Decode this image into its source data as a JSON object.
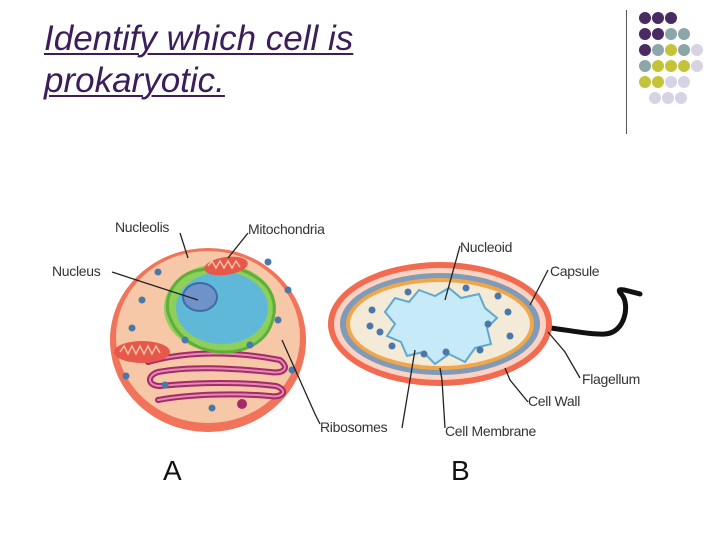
{
  "title": {
    "line1": "Identify which cell is",
    "line2": "prokaryotic."
  },
  "decoration": {
    "dot_colors": {
      "purple": "#4a2a63",
      "teal": "#8da6a9",
      "olive": "#c4c43a",
      "lavender": "#d6d3e4"
    }
  },
  "diagram": {
    "labels": {
      "nucleolis": "Nucleolis",
      "mitochondria": "Mitochondria",
      "nucleus": "Nucleus",
      "nucleoid": "Nucleoid",
      "capsule": "Capsule",
      "flagellum": "Flagellum",
      "cell_wall": "Cell Wall",
      "ribosomes": "Ribosomes",
      "cell_membrane": "Cell Membrane"
    },
    "colors": {
      "cytoplasm": "#f7c8a8",
      "outer_membrane": "#f0735a",
      "nuclear_envelope": "#8ccf5a",
      "nucleus": "#5fb8d8",
      "nucleolus": "#6f93c8",
      "mitochondria": "#e8584a",
      "er": "#a52a6a",
      "capsule": "#f26a4f",
      "cell_wall": "#7f9bb8",
      "nucleoid": "#c6eaf7",
      "ribosome": "#4a78a8",
      "flagellum": "#111111"
    }
  },
  "cell_letters": {
    "a": "A",
    "b": "B"
  }
}
